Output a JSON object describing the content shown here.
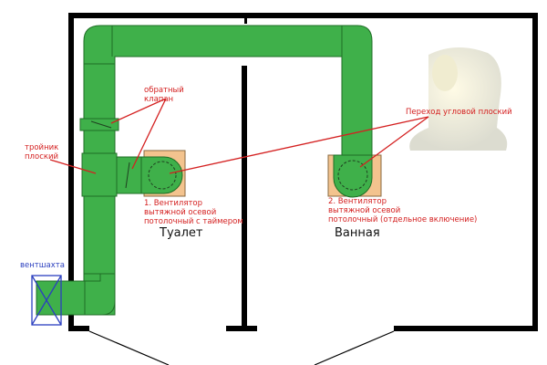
{
  "labels": {
    "check_valve": [
      "обратный",
      "клапан"
    ],
    "tee": [
      "тройник",
      "плоский"
    ],
    "fan1": [
      "1. Вентилятор",
      "вытяжной осевой",
      "потолочный с таймером"
    ],
    "fan2": [
      "2. Вентилятор",
      "вытяжной осевой",
      "потолочный (отдельное включение)"
    ],
    "elbow": "Переход угловой плоский",
    "shaft": "вентшахта"
  },
  "rooms": {
    "toilet": "Туалет",
    "bathroom": "Ванная"
  },
  "colors": {
    "duct": "#3fb04a",
    "duct_border": "#1f6e26",
    "annotation": "#d42020",
    "shaft": "#2b3fbf",
    "fan_box": "#f3c38e"
  }
}
